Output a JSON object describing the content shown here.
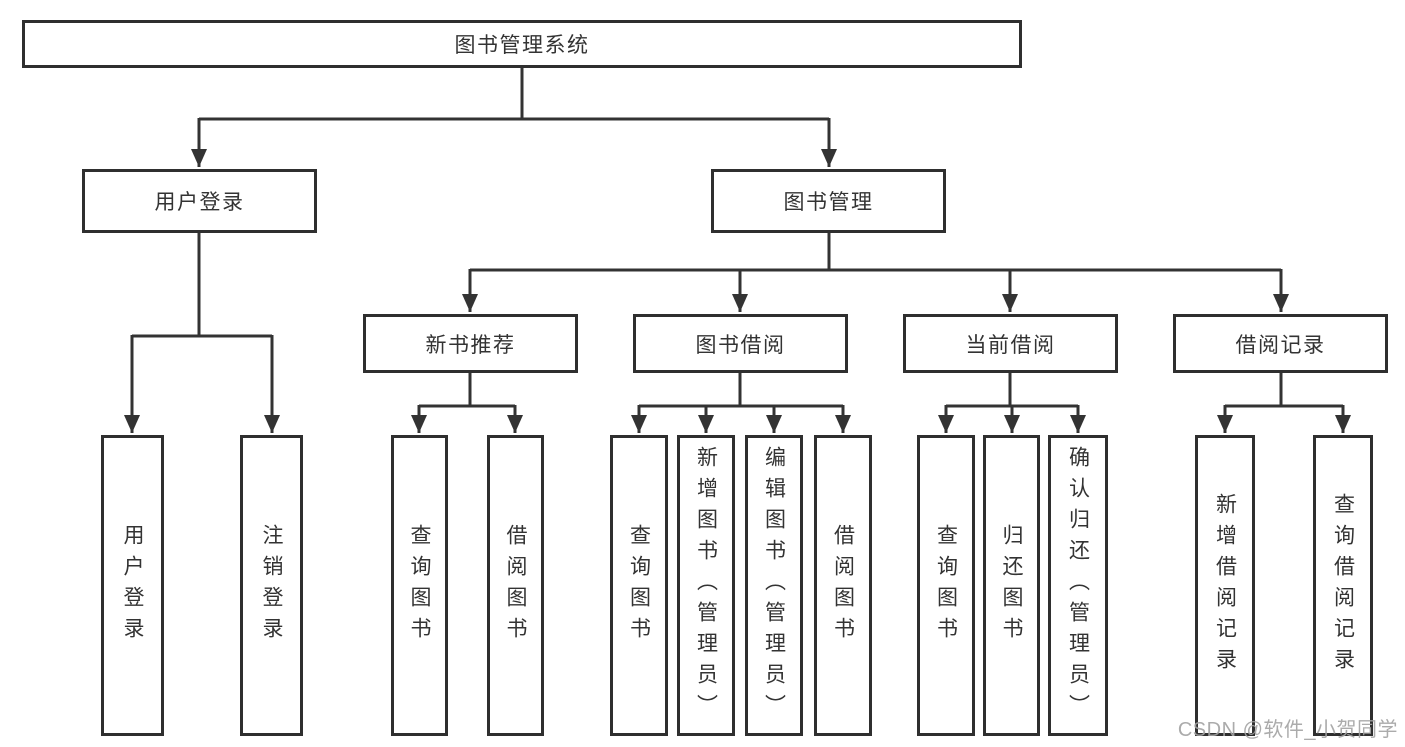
{
  "diagram": {
    "root": {
      "label": "图书管理系统"
    },
    "level2": {
      "user_login": {
        "label": "用户登录",
        "children": {
          "login": "用户登录",
          "logout": "注销登录"
        }
      },
      "book_mgmt": {
        "label": "图书管理"
      }
    },
    "level3": {
      "new_book": {
        "label": "新书推荐",
        "children": {
          "query": "查询图书",
          "borrow": "借阅图书"
        }
      },
      "book_borrow": {
        "label": "图书借阅",
        "children": {
          "query": "查询图书",
          "add": "新增图书（管理员）",
          "edit": "编辑图书（管理员）",
          "borrow": "借阅图书"
        }
      },
      "current_borrow": {
        "label": "当前借阅",
        "children": {
          "query": "查询图书",
          "return_book": "归还图书",
          "confirm": "确认归还（管理员）"
        }
      },
      "borrow_record": {
        "label": "借阅记录",
        "children": {
          "add": "新增借阅记录",
          "query": "查询借阅记录"
        }
      }
    }
  },
  "watermark": {
    "text": "CSDN @软件_小贺同学"
  },
  "colors": {
    "line": "#333333",
    "box_border": "#2f2f2f",
    "box_background": "#ffffff",
    "text": "#333333",
    "watermark": "#a3a3a3",
    "page_background": "#ffffff"
  }
}
